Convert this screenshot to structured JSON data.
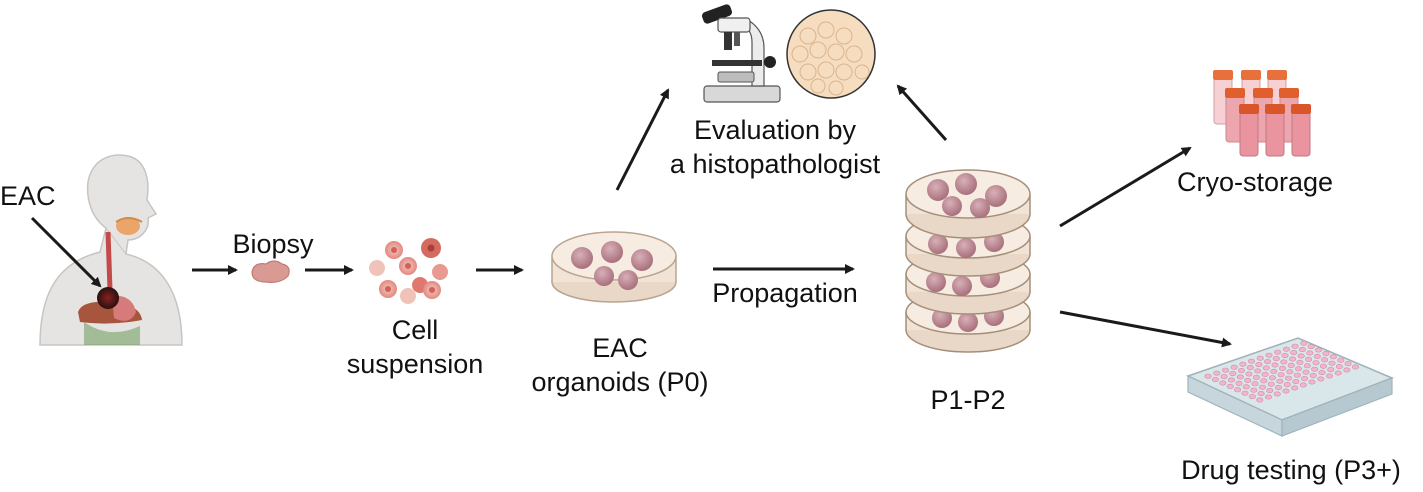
{
  "labels": {
    "eac": "EAC",
    "biopsy": "Biopsy",
    "cell_suspension_1": "Cell",
    "cell_suspension_2": "suspension",
    "organoids_1": "EAC",
    "organoids_2": "organoids (P0)",
    "propagation": "Propagation",
    "passages": "P1-P2",
    "evaluation_1": "Evaluation by",
    "evaluation_2": "a histopathologist",
    "cryo": "Cryo-storage",
    "drug": "Drug testing (P3+)"
  },
  "colors": {
    "arrow": "#1a1a1a",
    "skin": "#e8e6e4",
    "organoid": "#c99aa3",
    "dish": "#f2e3d6",
    "tube_cap": "#e8703c",
    "tube_fluid": "#e79aa4",
    "plate_well": "#f2b6cc",
    "tumor": "#2a1a1a",
    "esophagus": "#cc4a4a"
  },
  "icons": [
    "human-body-icon",
    "biopsy-tissue-icon",
    "cell-cluster-icon",
    "petri-dish-icon",
    "microscope-icon",
    "dish-stack-icon",
    "cryo-tubes-icon",
    "well-plate-icon"
  ]
}
